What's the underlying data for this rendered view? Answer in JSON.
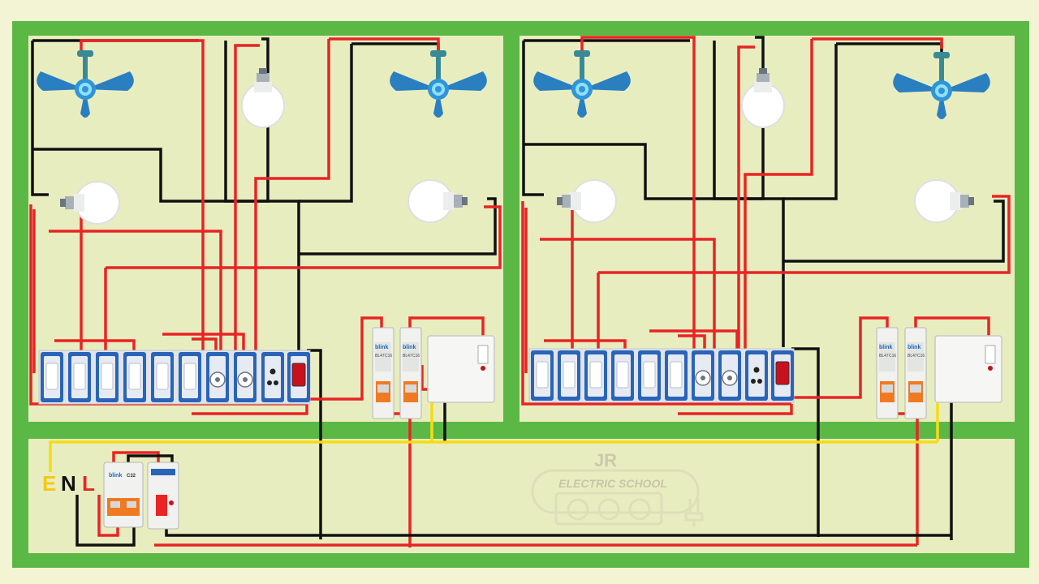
{
  "colors": {
    "background": "#f2f4d4",
    "panel_fill": "#e8edc0",
    "frame": "#5cb845",
    "live_wire": "#e82424",
    "neutral_wire": "#111111",
    "earth_wire": "#f5dc14",
    "switch_frame": "#2a64b8",
    "fan_blade": "#2a7fc0"
  },
  "supply": {
    "earth_label": "E",
    "neutral_label": "N",
    "live_label": "L"
  },
  "breakers": {
    "brand": "blink",
    "model": "BL47",
    "rating_a": "C16",
    "rating_b": "C32"
  },
  "watermark": {
    "monogram": "JR",
    "text": "ELECTRIC SCHOOL"
  },
  "rooms": [
    {
      "fans": 2,
      "bulbs": 3,
      "switches": 6,
      "regulators": 2,
      "sockets": 1,
      "indicators": 1,
      "mcbs": 2
    },
    {
      "fans": 2,
      "bulbs": 3,
      "switches": 6,
      "regulators": 2,
      "sockets": 1,
      "indicators": 1,
      "mcbs": 2
    }
  ]
}
